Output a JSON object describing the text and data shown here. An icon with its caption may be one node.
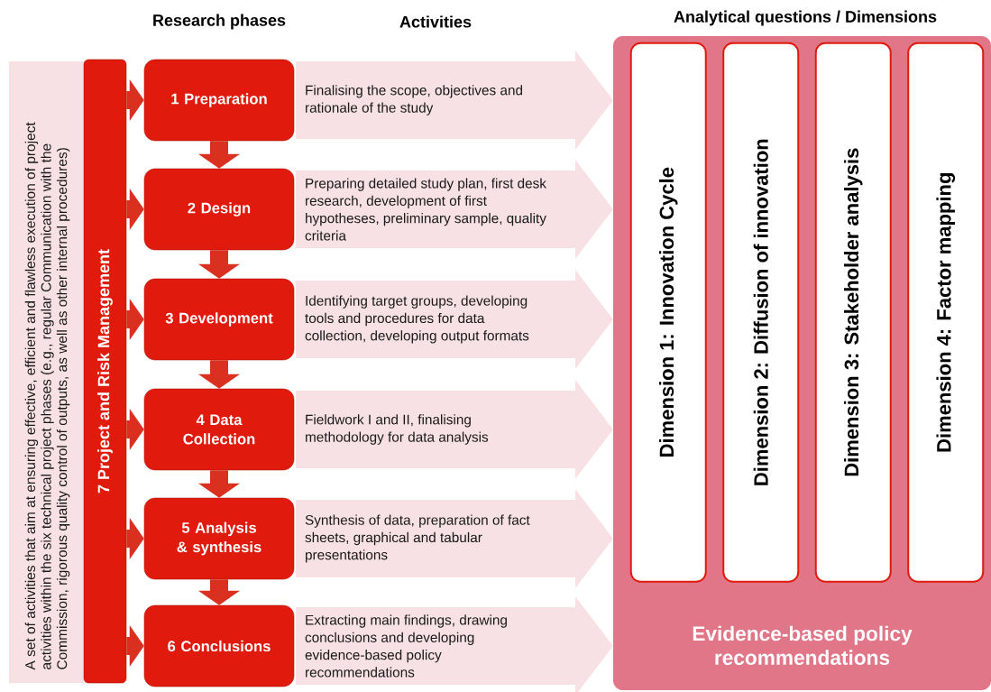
{
  "diagram": {
    "nodes": [
      {
        "text": [
          "A set of activities that aim at ensuring effective, efficient and flawless execution of project activities within the six technical project phases (e.g., regular Communication with the Commission, rigorous quality control of outputs, as well as other internal procedures)"
        ]
      },
      {
        "text": [
          "7 Project and Risk Management"
        ]
      },
      {
        "text": [
          "1 Preparation"
        ]
      },
      {
        "text": [
          "2 Design"
        ]
      },
      {
        "text": [
          "3 Development"
        ]
      },
      {
        "text": [
          "4 Data Collection"
        ]
      },
      {
        "text": [
          "5 Analysis & synthesis"
        ]
      },
      {
        "text": [
          "6 Conclusions"
        ]
      },
      {
        "text": [
          "Finalising the scope, objectives and rationale of the study"
        ]
      },
      {
        "text": [
          "Preparing detailed study plan, first desk research, development of first hypotheses, preliminary sample, quality criteria"
        ]
      },
      {
        "text": [
          "Identifying target groups, developing tools and procedures for data collection, developing output formats"
        ]
      },
      {
        "text": [
          "Fieldwork I and II, finalising methodology for data analysis"
        ]
      },
      {
        "text": [
          "Synthesis of data, preparation of fact sheets, graphical and tabular presentations"
        ]
      },
      {
        "text": [
          "Extracting main findings, drawing conclusions and developing evidence-based policy recommendations"
        ]
      },
      {
        "text": [
          "Evidence-based policy recommendations"
        ]
      },
      {
        "text": [
          "Dimension 1: Innovation Cycle"
        ],
        "in": 14
      },
      {
        "text": [
          "Dimension 2: Diffusion of innovation"
        ],
        "in": 14
      },
      {
        "text": [
          "Dimension 3: Stakeholder analysis"
        ],
        "in": 14
      },
      {
        "text": [
          "Dimension 4: Factor mapping"
        ],
        "in": 14
      }
    ],
    "edges": [
      {
        "from": 1,
        "to": 2,
        "arrow": "to"
      },
      {
        "from": 1,
        "to": 3,
        "arrow": "to"
      },
      {
        "from": 1,
        "to": 4,
        "arrow": "to"
      },
      {
        "from": 1,
        "to": 5,
        "arrow": "to"
      },
      {
        "from": 1,
        "to": 6,
        "arrow": "to"
      },
      {
        "from": 1,
        "to": 7,
        "arrow": "to"
      },
      {
        "from": 2,
        "to": 3,
        "arrow": "to"
      },
      {
        "from": 3,
        "to": 4,
        "arrow": "to"
      },
      {
        "from": 4,
        "to": 5,
        "arrow": "to"
      },
      {
        "from": 5,
        "to": 6,
        "arrow": "to"
      },
      {
        "from": 6,
        "to": 7,
        "arrow": "to"
      }
    ],
    "labels": [
      "Research phases",
      "Activities",
      "Analytical questions / Dimensions"
    ]
  }
}
